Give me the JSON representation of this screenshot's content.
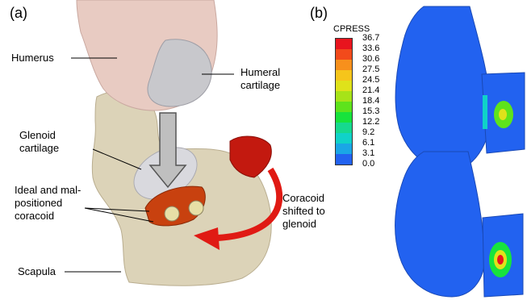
{
  "panels": {
    "a": {
      "label": "(a)"
    },
    "b": {
      "label": "(b)"
    }
  },
  "labels": {
    "humerus": "Humerus",
    "humeral_cartilage": "Humeral\ncartilage",
    "glenoid_cartilage": "Glenoid\ncartilage",
    "coracoid": "Ideal and mal-\npositioned\ncoracoid",
    "shifted": "Coracoid\nshifted to\nglenoid",
    "scapula": "Scapula"
  },
  "legend": {
    "title": "CPRESS",
    "ticks": [
      "36.7",
      "33.6",
      "30.6",
      "27.5",
      "24.5",
      "21.4",
      "18.4",
      "15.3",
      "12.2",
      "9.2",
      "6.1",
      "3.1",
      "0.0"
    ],
    "colors": [
      "#e8141e",
      "#f24a1b",
      "#f7901c",
      "#f6c51b",
      "#dfe21a",
      "#a7e318",
      "#5ee31c",
      "#17e33c",
      "#16d98e",
      "#10d2c8",
      "#1aa6e6",
      "#2262f0"
    ]
  }
}
